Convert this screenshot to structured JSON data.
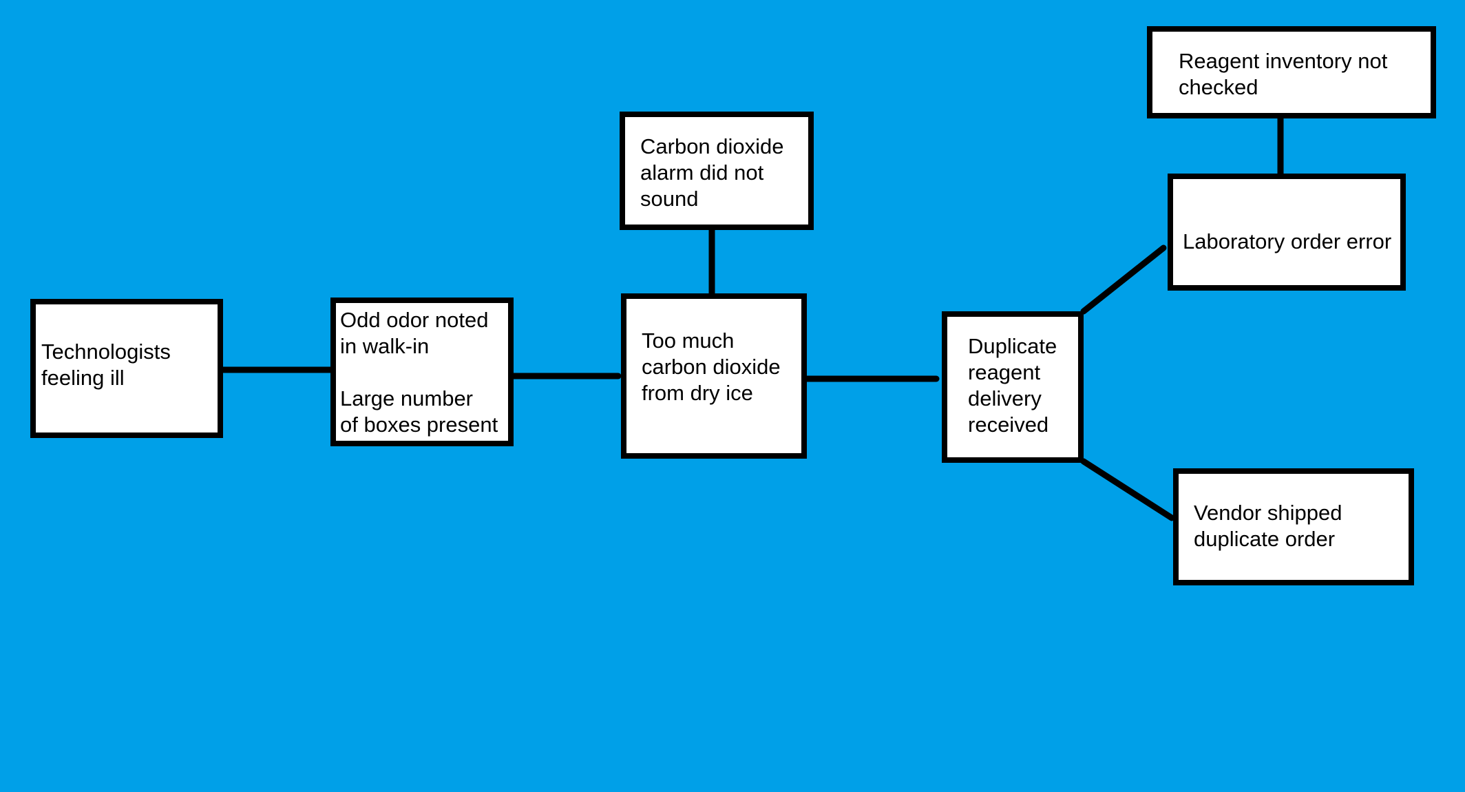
{
  "colors": {
    "background": "#00a0e8",
    "box_fill": "#ffffff",
    "line": "#000000",
    "text": "#000000"
  },
  "nodes": {
    "technologists_feeling_ill": "Technologists\nfeeling ill",
    "odd_odor_large_boxes": "Odd odor noted\nin walk-in\n\nLarge number\nof boxes present",
    "too_much_co2": "Too much\ncarbon dioxide\nfrom dry ice",
    "co2_alarm_did_not_sound": "Carbon dioxide\nalarm did not\nsound",
    "duplicate_reagent_delivery": "Duplicate\nreagent\ndelivery\nreceived",
    "laboratory_order_error": "Laboratory order error",
    "reagent_inventory_not_checked": "Reagent inventory not\nchecked",
    "vendor_shipped_duplicate": "Vendor shipped\nduplicate order"
  },
  "edges": [
    {
      "from": "technologists_feeling_ill",
      "to": "odd_odor_large_boxes"
    },
    {
      "from": "odd_odor_large_boxes",
      "to": "too_much_co2"
    },
    {
      "from": "co2_alarm_did_not_sound",
      "to": "too_much_co2"
    },
    {
      "from": "too_much_co2",
      "to": "duplicate_reagent_delivery"
    },
    {
      "from": "duplicate_reagent_delivery",
      "to": "laboratory_order_error"
    },
    {
      "from": "reagent_inventory_not_checked",
      "to": "laboratory_order_error"
    },
    {
      "from": "duplicate_reagent_delivery",
      "to": "vendor_shipped_duplicate"
    }
  ]
}
